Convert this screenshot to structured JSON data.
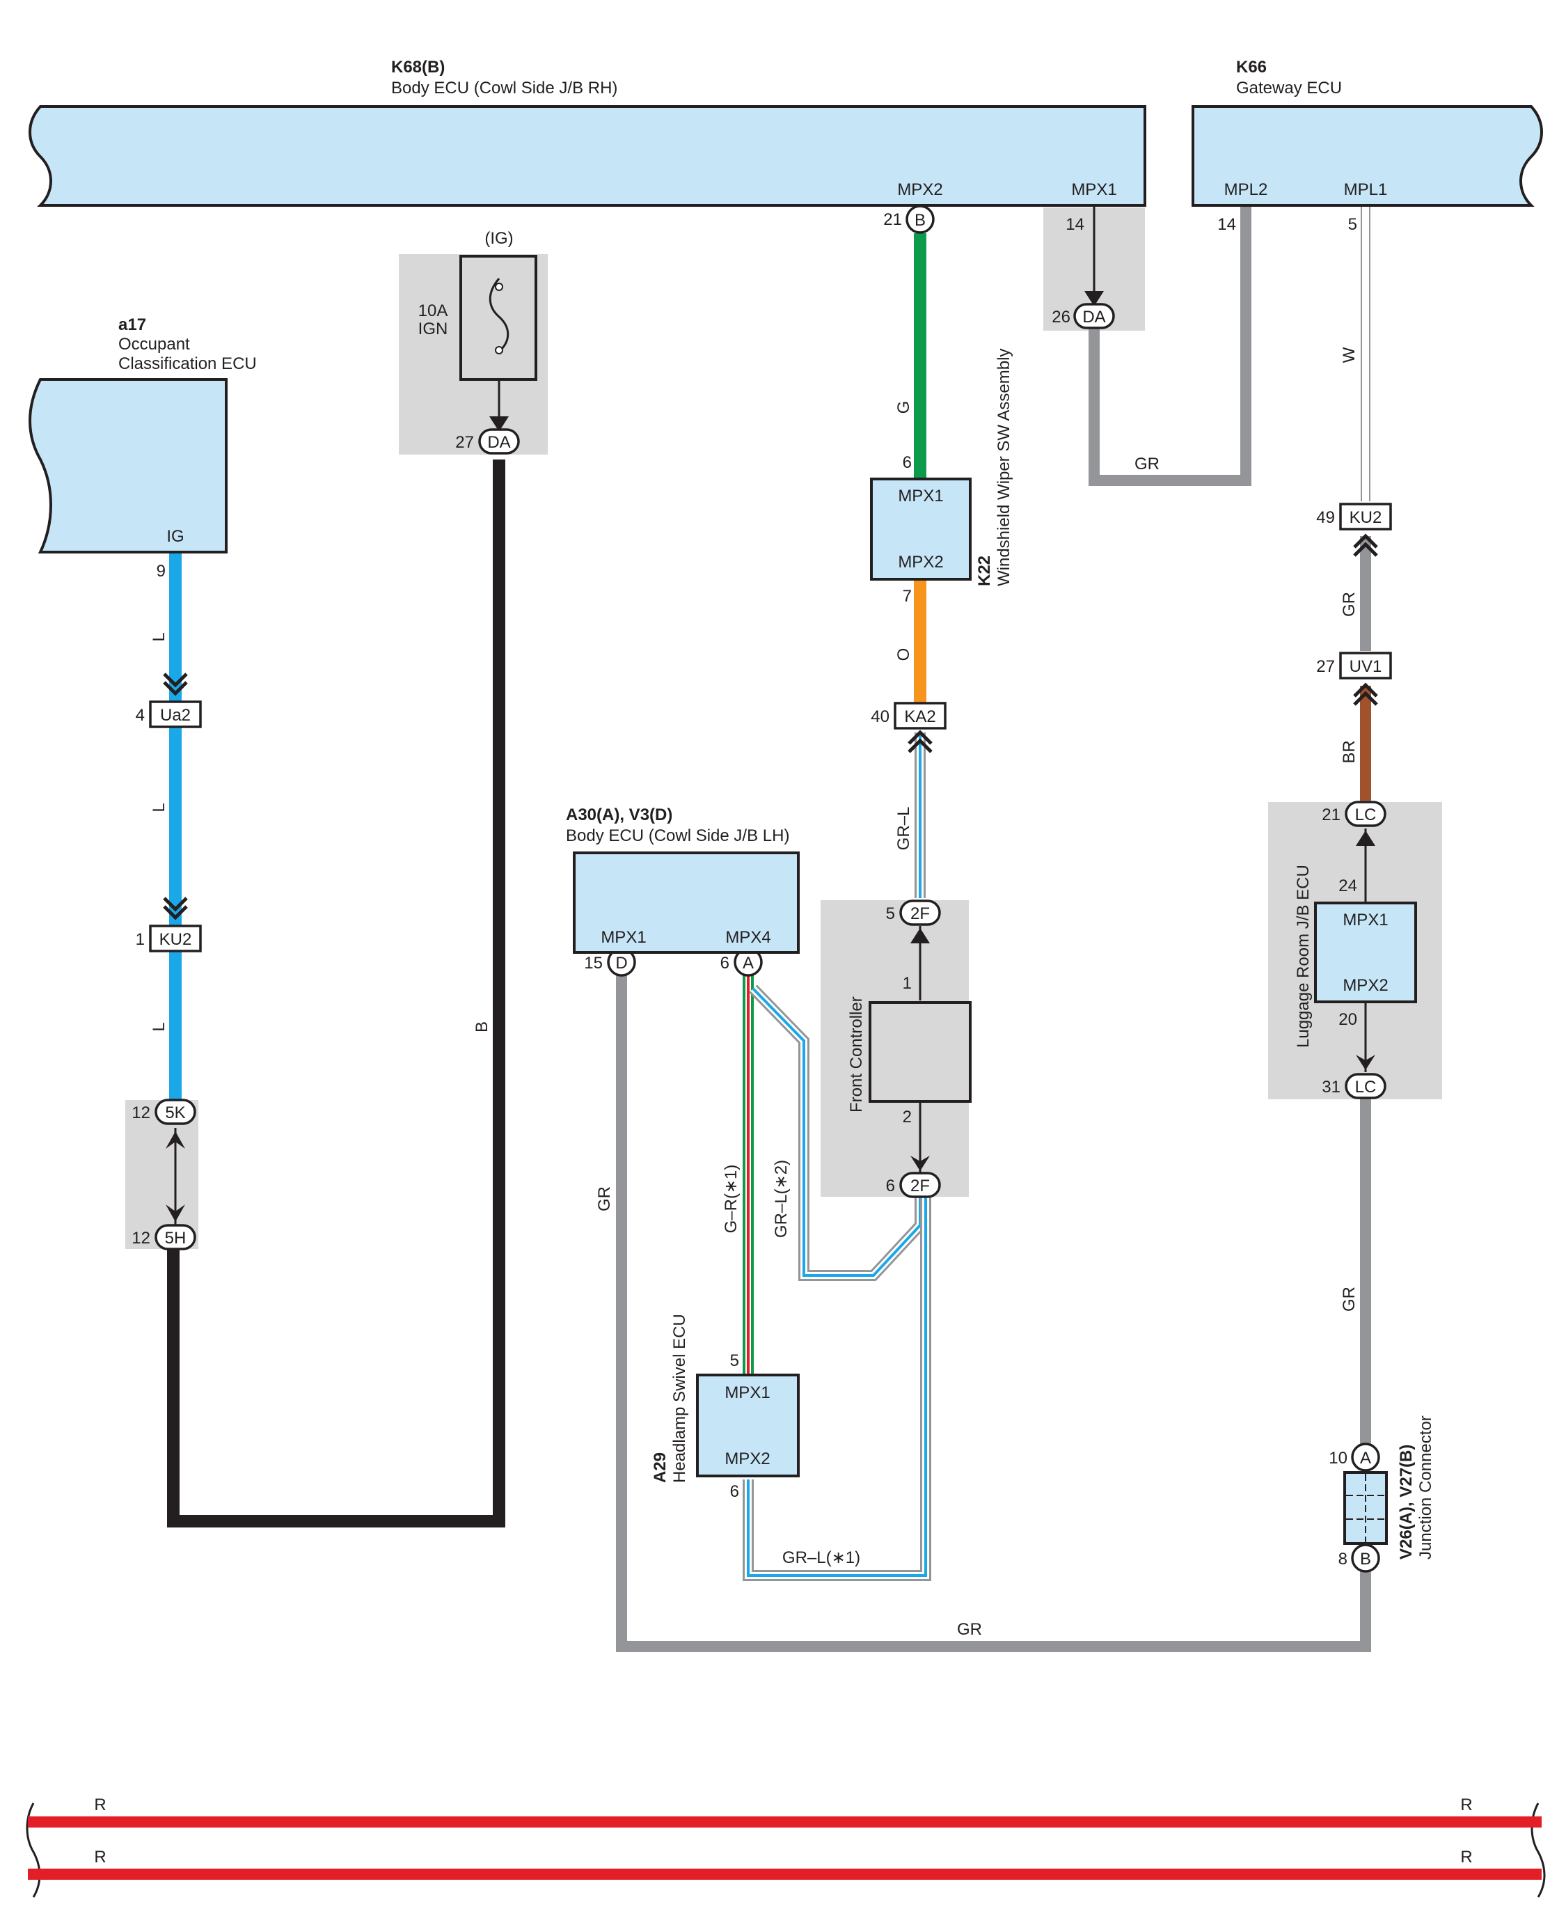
{
  "components": {
    "k68": {
      "code": "K68(B)",
      "name": "Body ECU (Cowl Side J/B RH)",
      "pin_mpx2": "MPX2",
      "pin_mpx1": "MPX1"
    },
    "k66": {
      "code": "K66",
      "name": "Gateway ECU",
      "pin_mpl2": "MPL2",
      "pin_mpl1": "MPL1"
    },
    "a17": {
      "code": "a17",
      "name_line1": "Occupant",
      "name_line2": "Classification ECU",
      "pin": "IG"
    },
    "fuse": {
      "header": "(IG)",
      "rating": "10A",
      "name": "IGN"
    },
    "a30": {
      "code": "A30(A), V3(D)",
      "name": "Body ECU (Cowl Side J/B LH)",
      "pin_mpx1": "MPX1",
      "pin_mpx4": "MPX4"
    },
    "k22": {
      "code": "K22",
      "name": "Windshield Wiper SW Assembly",
      "pin_a": "MPX1",
      "pin_b": "MPX2"
    },
    "front": {
      "name": "Front Controller"
    },
    "a29": {
      "code": "A29",
      "name": "Headlamp Swivel ECU",
      "pin_a": "MPX1",
      "pin_b": "MPX2"
    },
    "luggage": {
      "name": "Luggage Room J/B ECU",
      "pin_a": "MPX1",
      "pin_b": "MPX2"
    },
    "junction": {
      "code": "V26(A), V27(B)",
      "name": "Junction Connector"
    }
  },
  "connectors": {
    "b": "B",
    "da_top": "DA",
    "da_fuse": "DA",
    "ua2": "Ua2",
    "ku2_left": "KU2",
    "k5": "5K",
    "h5": "5H",
    "ka2": "KA2",
    "f2_top": "2F",
    "f2_bot": "2F",
    "d": "D",
    "a_ecu": "A",
    "ku2_right": "KU2",
    "uv1": "UV1",
    "lc_top": "LC",
    "lc_bot": "LC",
    "a_junc": "A",
    "b_junc": "B"
  },
  "pins": {
    "p21": "21",
    "p14a": "14",
    "p14b": "14",
    "p5": "5",
    "p26": "26",
    "p27a": "27",
    "p9": "9",
    "p4": "4",
    "p1": "1",
    "p12a": "12",
    "p12b": "12",
    "p6a": "6",
    "p7": "7",
    "p40": "40",
    "p5b": "5",
    "p1b": "1",
    "p2": "2",
    "p6b": "6",
    "p15": "15",
    "p6c": "6",
    "p5c": "5",
    "p6d": "6",
    "p49": "49",
    "p27b": "27",
    "p21b": "21",
    "p24": "24",
    "p20": "20",
    "p31": "31",
    "p10": "10",
    "p8": "8"
  },
  "wire_labels": {
    "l1": "L",
    "l2": "L",
    "l3": "L",
    "b": "B",
    "g": "G",
    "o": "O",
    "grl": "GR–L",
    "gr_top": "GR",
    "w": "W",
    "gr_k66": "GR",
    "br": "BR",
    "gr_right": "GR",
    "gr_left": "GR",
    "gr_bottom": "GR",
    "gr1": "G–R(∗1)",
    "grl2": "GR–L(∗2)",
    "grl1": "GR–L(∗1)",
    "r1": "R",
    "r2": "R",
    "r3": "R",
    "r4": "R"
  },
  "colors": {
    "blue": "#1ba8e8",
    "black": "#231f20",
    "green": "#0c9b4a",
    "orange": "#f7941d",
    "gray": "#939598",
    "brown": "#a0522d",
    "red": "#e31e26",
    "ecu_fill": "#c6e6f8"
  }
}
